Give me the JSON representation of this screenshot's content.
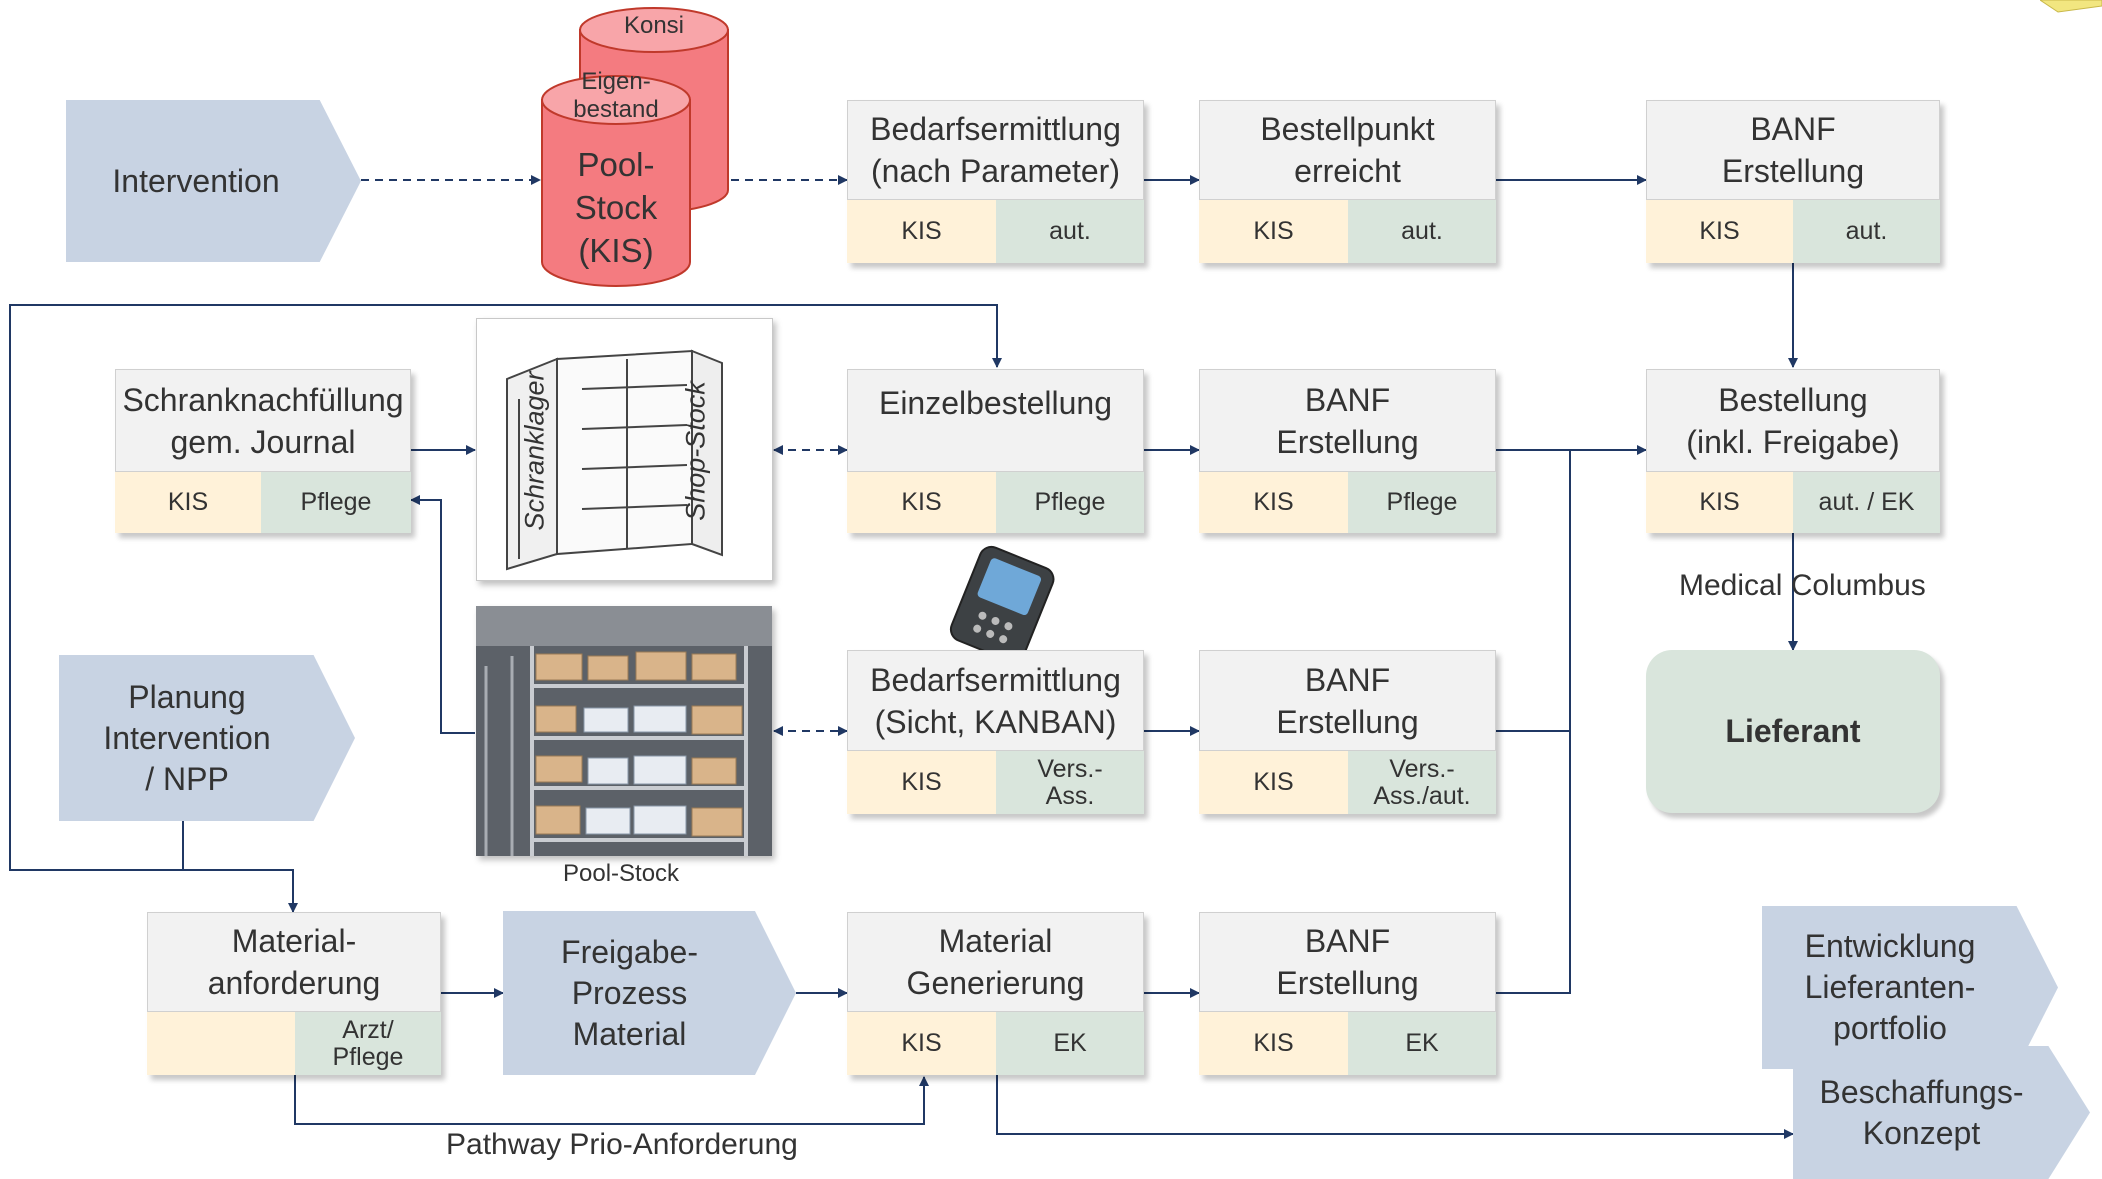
{
  "process_boxes": {
    "bedarf_param": {
      "title": "Bedarfsermittlung\n(nach Parameter)",
      "left": "KIS",
      "right": "aut."
    },
    "bestellpunkt": {
      "title": "Bestellpunkt\nerreicht",
      "left": "KIS",
      "right": "aut."
    },
    "banf_top": {
      "title": "BANF\nErstellung",
      "left": "KIS",
      "right": "aut."
    },
    "schrank": {
      "title": "Schranknachfüllung\ngem. Journal",
      "left": "KIS",
      "right": "Pflege"
    },
    "einzel": {
      "title": "Einzelbestellung",
      "left": "KIS",
      "right": "Pflege"
    },
    "banf_pflege": {
      "title": "BANF\nErstellung",
      "left": "KIS",
      "right": "Pflege"
    },
    "bestellung": {
      "title": "Bestellung\n(inkl. Freigabe)",
      "left": "KIS",
      "right": "aut. / EK"
    },
    "bedarf_sicht": {
      "title": "Bedarfsermittlung\n(Sicht, KANBAN)",
      "left": "KIS",
      "right": "Vers.-\nAss."
    },
    "banf_vers": {
      "title": "BANF\nErstellung",
      "left": "KIS",
      "right": "Vers.-\nAss./aut."
    },
    "material_anf": {
      "title": "Material-\nanforderung",
      "left": "",
      "right": "Arzt/\nPflege"
    },
    "material_gen": {
      "title": "Material\nGenerierung",
      "left": "KIS",
      "right": "EK"
    },
    "banf_ek": {
      "title": "BANF\nErstellung",
      "left": "KIS",
      "right": "EK"
    }
  },
  "tags": {
    "intervention": "Intervention",
    "planung": "Planung\nIntervention\n/ NPP",
    "freigabe": "Freigabe-\nProzess\nMaterial",
    "entwicklung": "Entwicklung\nLieferanten-\nportfolio",
    "beschaffung": "Beschaffungs-\nKonzept"
  },
  "database": {
    "konsi": "Konsi",
    "eigen": "Eigen-\nbestand",
    "pool": "Pool-\nStock\n(KIS)"
  },
  "lieferant": "Lieferant",
  "cabinet": {
    "left_label": "Schranklager",
    "right_label": "Shop-Stock"
  },
  "pool_stock_caption": "Pool-Stock",
  "medical_columbus": "Medical Columbus",
  "pathway_label": "Pathway Prio-Anforderung",
  "colors": {
    "line": "#203864",
    "tag": "#c8d3e3",
    "yellow_cell": "#fff2d9",
    "green_cell": "#d9e5dc",
    "db_red": "#f47b80",
    "lieferant": "#d9e5dc"
  }
}
